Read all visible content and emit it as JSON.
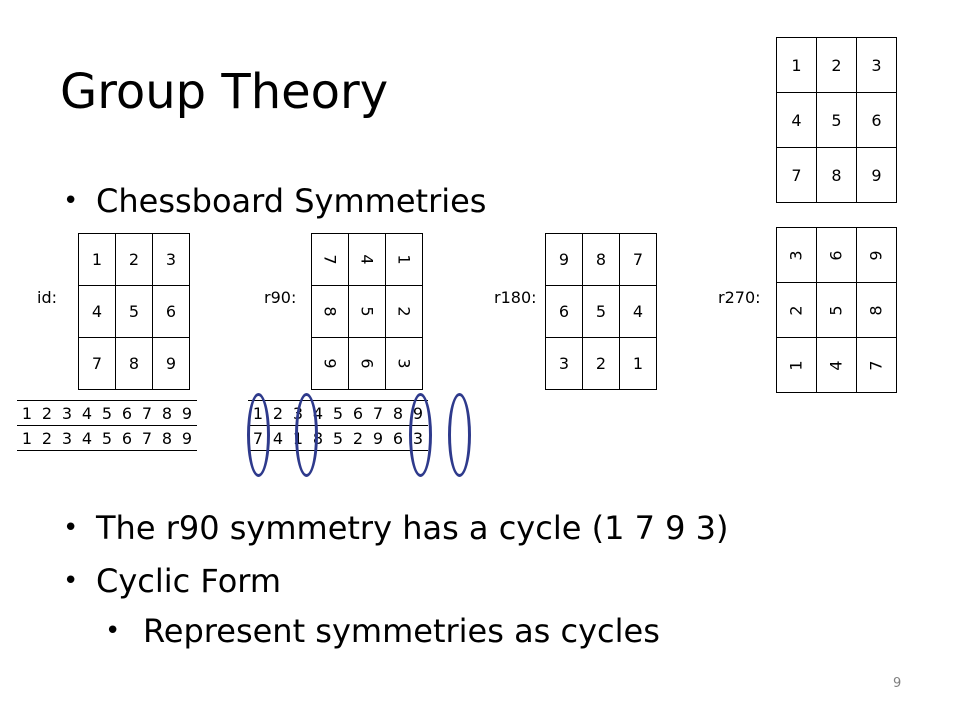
{
  "title": "Group Theory",
  "bullets": [
    "Chessboard Symmetries",
    "The r90 symmetry has a cycle (1 7 9 3)",
    "Cyclic Form",
    "Represent symmetries as cycles"
  ],
  "bullet_glyph": "•",
  "top_grid": [
    [
      "1",
      "2",
      "3"
    ],
    [
      "4",
      "5",
      "6"
    ],
    [
      "7",
      "8",
      "9"
    ]
  ],
  "symmetries": {
    "id": {
      "label": "id:",
      "cells": [
        [
          "1",
          "2",
          "3"
        ],
        [
          "4",
          "5",
          "6"
        ],
        [
          "7",
          "8",
          "9"
        ]
      ]
    },
    "r90": {
      "label": "r90:",
      "cells": [
        [
          "7",
          "4",
          "1"
        ],
        [
          "8",
          "5",
          "2"
        ],
        [
          "9",
          "6",
          "3"
        ]
      ]
    },
    "r180": {
      "label": "r180:",
      "cells": [
        [
          "9",
          "8",
          "7"
        ],
        [
          "6",
          "5",
          "4"
        ],
        [
          "3",
          "2",
          "1"
        ]
      ]
    },
    "r270": {
      "label": "r270:",
      "cells": [
        [
          "3",
          "6",
          "9"
        ],
        [
          "2",
          "5",
          "8"
        ],
        [
          "1",
          "4",
          "7"
        ]
      ]
    }
  },
  "permutations": {
    "id": {
      "top": [
        "1",
        "2",
        "3",
        "4",
        "5",
        "6",
        "7",
        "8",
        "9"
      ],
      "bottom": [
        "1",
        "2",
        "3",
        "4",
        "5",
        "6",
        "7",
        "8",
        "9"
      ]
    },
    "r90": {
      "top": [
        "1",
        "2",
        "3",
        "4",
        "5",
        "6",
        "7",
        "8",
        "9"
      ],
      "bottom": [
        "7",
        "4",
        "1",
        "8",
        "5",
        "2",
        "9",
        "6",
        "3"
      ]
    }
  },
  "ring_color": "#2e3a8c",
  "page_number": "9"
}
